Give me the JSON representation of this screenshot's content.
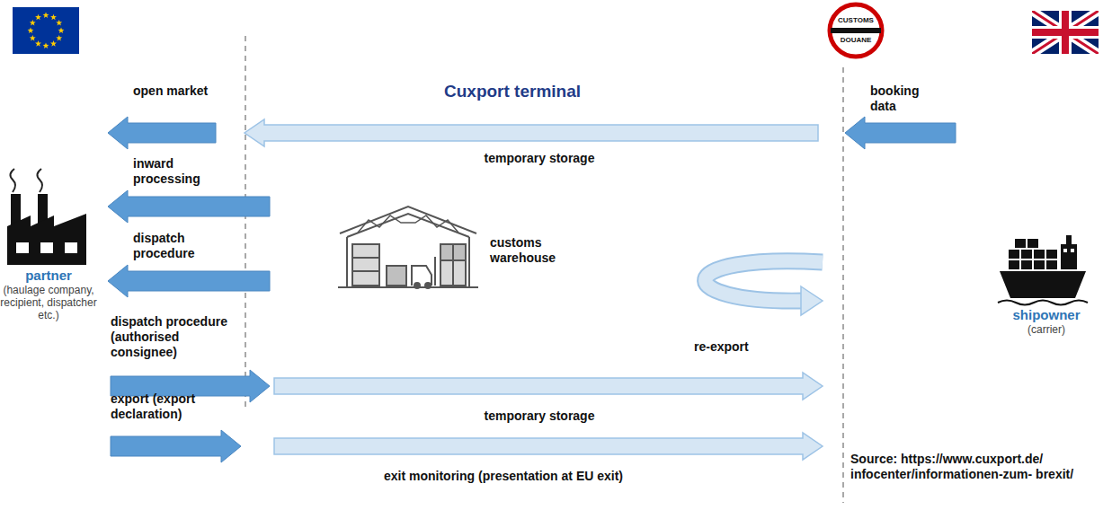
{
  "diagram": {
    "title": "Cuxport terminal",
    "nodes": [
      {
        "text": [
          "partner",
          "(haulage company, recipient, dispatcher etc.)"
        ]
      },
      {
        "text": [
          "CUSTOMS",
          "DOUANE"
        ]
      },
      {
        "text": [
          "shipowner",
          "(carrier)"
        ]
      }
    ],
    "labels": [
      "open market",
      "booking data",
      "temporary storage",
      "inward processing",
      "dispatch procedure",
      "customs warehouse",
      "re-export",
      "dispatch procedure (authorised consignee)",
      "temporary storage",
      "export (export declaration)",
      "exit monitoring (presentation at EU exit)",
      "Source: https://www.cuxport.de/ infocenter/informationen-zum- brexit/"
    ]
  }
}
